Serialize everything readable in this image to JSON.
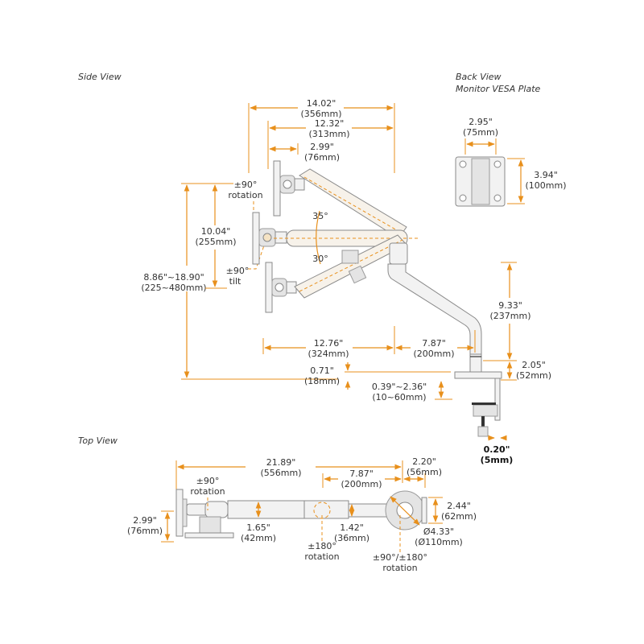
{
  "titles": {
    "side_view": "Side View",
    "back_view": "Back View",
    "vesa_plate": "Monitor VESA Plate",
    "top_view": "Top View"
  },
  "colors": {
    "dimension": "#e8901c",
    "text": "#333333",
    "part_fill": "#f2f2f2",
    "part_stroke": "#8a8a8a"
  },
  "side_view": {
    "overall_reach": {
      "in": "14.02\"",
      "mm": "(356mm)"
    },
    "arm_reach": {
      "in": "12.32\"",
      "mm": "(313mm)"
    },
    "head_depth": {
      "in": "2.99\"",
      "mm": "(76mm)"
    },
    "rotation": {
      "value": "±90°",
      "label": "rotation"
    },
    "tilt": {
      "value": "±90°",
      "label": "tilt"
    },
    "vertical_travel": {
      "in": "10.04\"",
      "mm": "(255mm)"
    },
    "height_range": {
      "in": "8.86\"~18.90\"",
      "mm": "(225~480mm)"
    },
    "angle_up": "35°",
    "angle_down": "30°",
    "pole_height": {
      "in": "9.33\"",
      "mm": "(237mm)"
    },
    "base_height": {
      "in": "2.05\"",
      "mm": "(52mm)"
    },
    "upper_arm": {
      "in": "12.76\"",
      "mm": "(324mm)"
    },
    "lower_arm": {
      "in": "7.87\"",
      "mm": "(200mm)"
    },
    "base_plate": {
      "in": "0.71\"",
      "mm": "(18mm)"
    },
    "desk_thickness": {
      "in": "0.39\"~2.36\"",
      "mm": "(10~60mm)"
    },
    "clamp_offset": {
      "in": "0.20\"",
      "mm": "(5mm)"
    }
  },
  "back_view": {
    "vesa_width": {
      "in": "2.95\"",
      "mm": "(75mm)"
    },
    "vesa_height": {
      "in": "3.94\"",
      "mm": "(100mm)"
    }
  },
  "top_view": {
    "total_length": {
      "in": "21.89\"",
      "mm": "(556mm)"
    },
    "lower_arm": {
      "in": "7.87\"",
      "mm": "(200mm)"
    },
    "base_offset": {
      "in": "2.20\"",
      "mm": "(56mm)"
    },
    "head_rotation": {
      "value": "±90°",
      "label": "rotation"
    },
    "head_width": {
      "in": "2.99\"",
      "mm": "(76mm)"
    },
    "upper_arm_width": {
      "in": "1.65\"",
      "mm": "(42mm)"
    },
    "lower_arm_width": {
      "in": "1.42\"",
      "mm": "(36mm)"
    },
    "elbow_rotation": {
      "value": "±180°",
      "label": "rotation"
    },
    "base_rotation": {
      "value": "±90°/±180°",
      "label": "rotation"
    },
    "base_width": {
      "in": "2.44\"",
      "mm": "(62mm)"
    },
    "base_diameter": {
      "in": "Ø4.33\"",
      "mm": "(Ø110mm)"
    }
  }
}
